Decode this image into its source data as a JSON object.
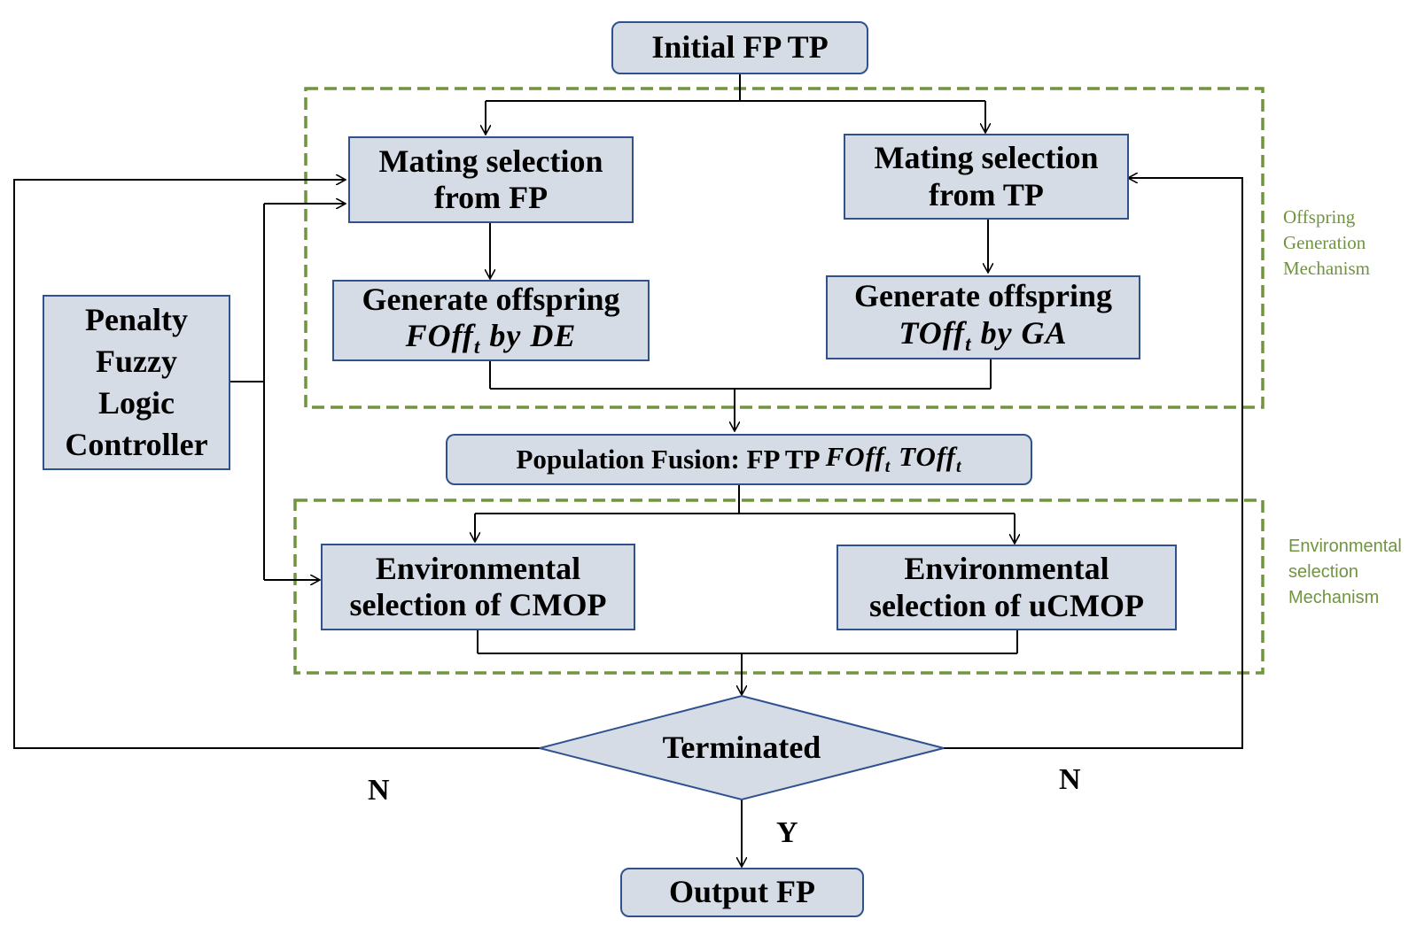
{
  "nodes": {
    "initial": "Initial FP TP",
    "mating_fp": [
      "Mating selection",
      "from FP"
    ],
    "mating_tp": [
      "Mating selection",
      "from TP"
    ],
    "generate_de": {
      "line1": "Generate offspring",
      "math": "FOff",
      "sub": "t",
      "rest": " by DE"
    },
    "generate_ga": {
      "line1": "Generate offspring",
      "math": "TOff",
      "sub": "t",
      "rest": " by GA"
    },
    "penalty": [
      "Penalty",
      "Fuzzy",
      "Logic",
      "Controller"
    ],
    "fusion": {
      "prefix": "Population Fusion: FP TP ",
      "math1": "FOff",
      "sub1": "t",
      "math2": "TOff",
      "sub2": "t"
    },
    "env_cmop": [
      "Environmental",
      "selection of CMOP"
    ],
    "env_ucmop": [
      "Environmental",
      "selection of uCMOP"
    ],
    "terminated": "Terminated",
    "output": "Output FP"
  },
  "edge_labels": {
    "no_left": "N",
    "no_right": "N",
    "yes": "Y"
  },
  "regions": {
    "offspring": [
      "Offspring",
      "Generation",
      "Mechanism"
    ],
    "environmental": [
      "Environmental",
      "selection",
      "Mechanism"
    ]
  },
  "colors": {
    "node_fill": "#d6dce5",
    "node_border": "#2f528f",
    "region_border": "#70943f",
    "region_label": "#70943f",
    "edge": "#000000"
  }
}
